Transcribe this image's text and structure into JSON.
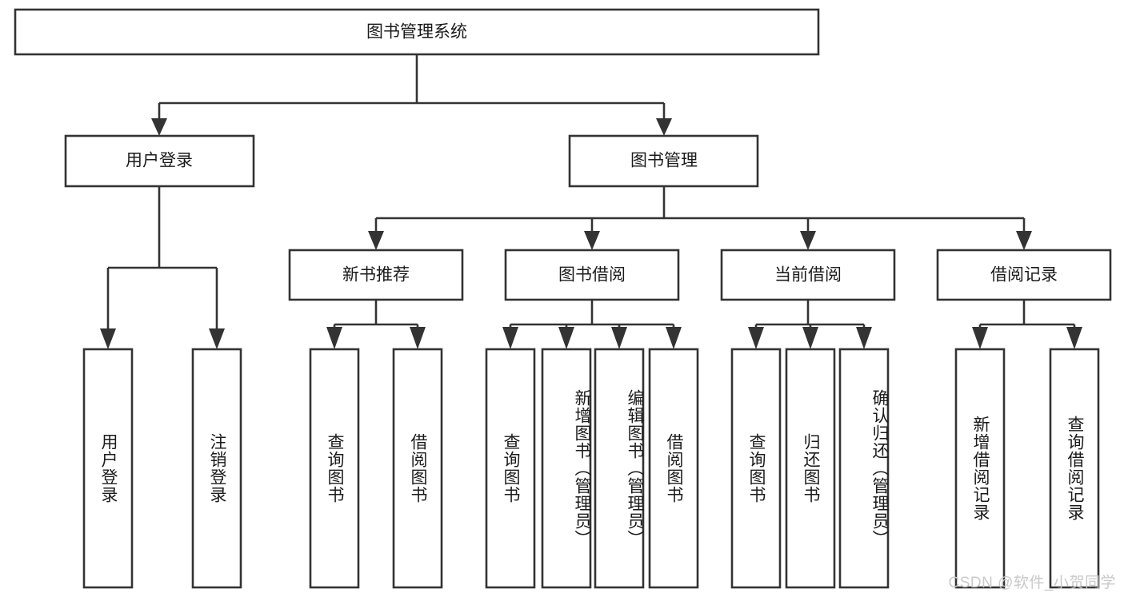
{
  "diagram": {
    "type": "tree-hierarchy-chart",
    "title": "图书管理系统",
    "orientation": "top-down",
    "colors": {
      "box_fill": "#ffffff",
      "box_stroke": "#333333",
      "text": "#1b1b1b",
      "watermark": "#c9c9c9",
      "background": "#ffffff"
    },
    "levels": [
      {
        "level": 1,
        "nodes": [
          {
            "id": "root",
            "label": "图书管理系统",
            "text_orientation": "horizontal"
          }
        ]
      },
      {
        "level": 2,
        "nodes": [
          {
            "id": "user-login",
            "label": "用户登录",
            "text_orientation": "horizontal",
            "parent": "root"
          },
          {
            "id": "book-mgmt",
            "label": "图书管理",
            "text_orientation": "horizontal",
            "parent": "root"
          }
        ]
      },
      {
        "level": 3,
        "nodes": [
          {
            "id": "new-book-rec",
            "label": "新书推荐",
            "text_orientation": "horizontal",
            "parent": "book-mgmt"
          },
          {
            "id": "book-borrow",
            "label": "图书借阅",
            "text_orientation": "horizontal",
            "parent": "book-mgmt"
          },
          {
            "id": "current-borrow",
            "label": "当前借阅",
            "text_orientation": "horizontal",
            "parent": "book-mgmt"
          },
          {
            "id": "borrow-record",
            "label": "借阅记录",
            "text_orientation": "horizontal",
            "parent": "book-mgmt"
          }
        ]
      },
      {
        "level": 4,
        "nodes": [
          {
            "id": "leaf-user-login",
            "label": "用户登录",
            "text_orientation": "vertical",
            "parent": "user-login"
          },
          {
            "id": "leaf-logout",
            "label": "注销登录",
            "text_orientation": "vertical",
            "parent": "user-login"
          },
          {
            "id": "leaf-query-book-1",
            "label": "查询图书",
            "text_orientation": "vertical",
            "parent": "new-book-rec"
          },
          {
            "id": "leaf-borrow-book-1",
            "label": "借阅图书",
            "text_orientation": "vertical",
            "parent": "new-book-rec"
          },
          {
            "id": "leaf-query-book-2",
            "label": "查询图书",
            "text_orientation": "vertical",
            "parent": "book-borrow"
          },
          {
            "id": "leaf-add-book",
            "label": "新增图书（管理员）",
            "text_orientation": "vertical",
            "parent": "book-borrow"
          },
          {
            "id": "leaf-edit-book",
            "label": "编辑图书（管理员）",
            "text_orientation": "vertical",
            "parent": "book-borrow"
          },
          {
            "id": "leaf-borrow-book-2",
            "label": "借阅图书",
            "text_orientation": "vertical",
            "parent": "book-borrow"
          },
          {
            "id": "leaf-query-book-3",
            "label": "查询图书",
            "text_orientation": "vertical",
            "parent": "current-borrow"
          },
          {
            "id": "leaf-return-book",
            "label": "归还图书",
            "text_orientation": "vertical",
            "parent": "current-borrow"
          },
          {
            "id": "leaf-confirm-return",
            "label": "确认归还（管理员）",
            "text_orientation": "vertical",
            "parent": "current-borrow"
          },
          {
            "id": "leaf-add-record",
            "label": "新增借阅记录",
            "text_orientation": "vertical",
            "parent": "borrow-record"
          },
          {
            "id": "leaf-query-record",
            "label": "查询借阅记录",
            "text_orientation": "vertical",
            "parent": "borrow-record"
          }
        ]
      }
    ]
  },
  "watermark": {
    "text": "CSDN @软件_小贺同学"
  }
}
